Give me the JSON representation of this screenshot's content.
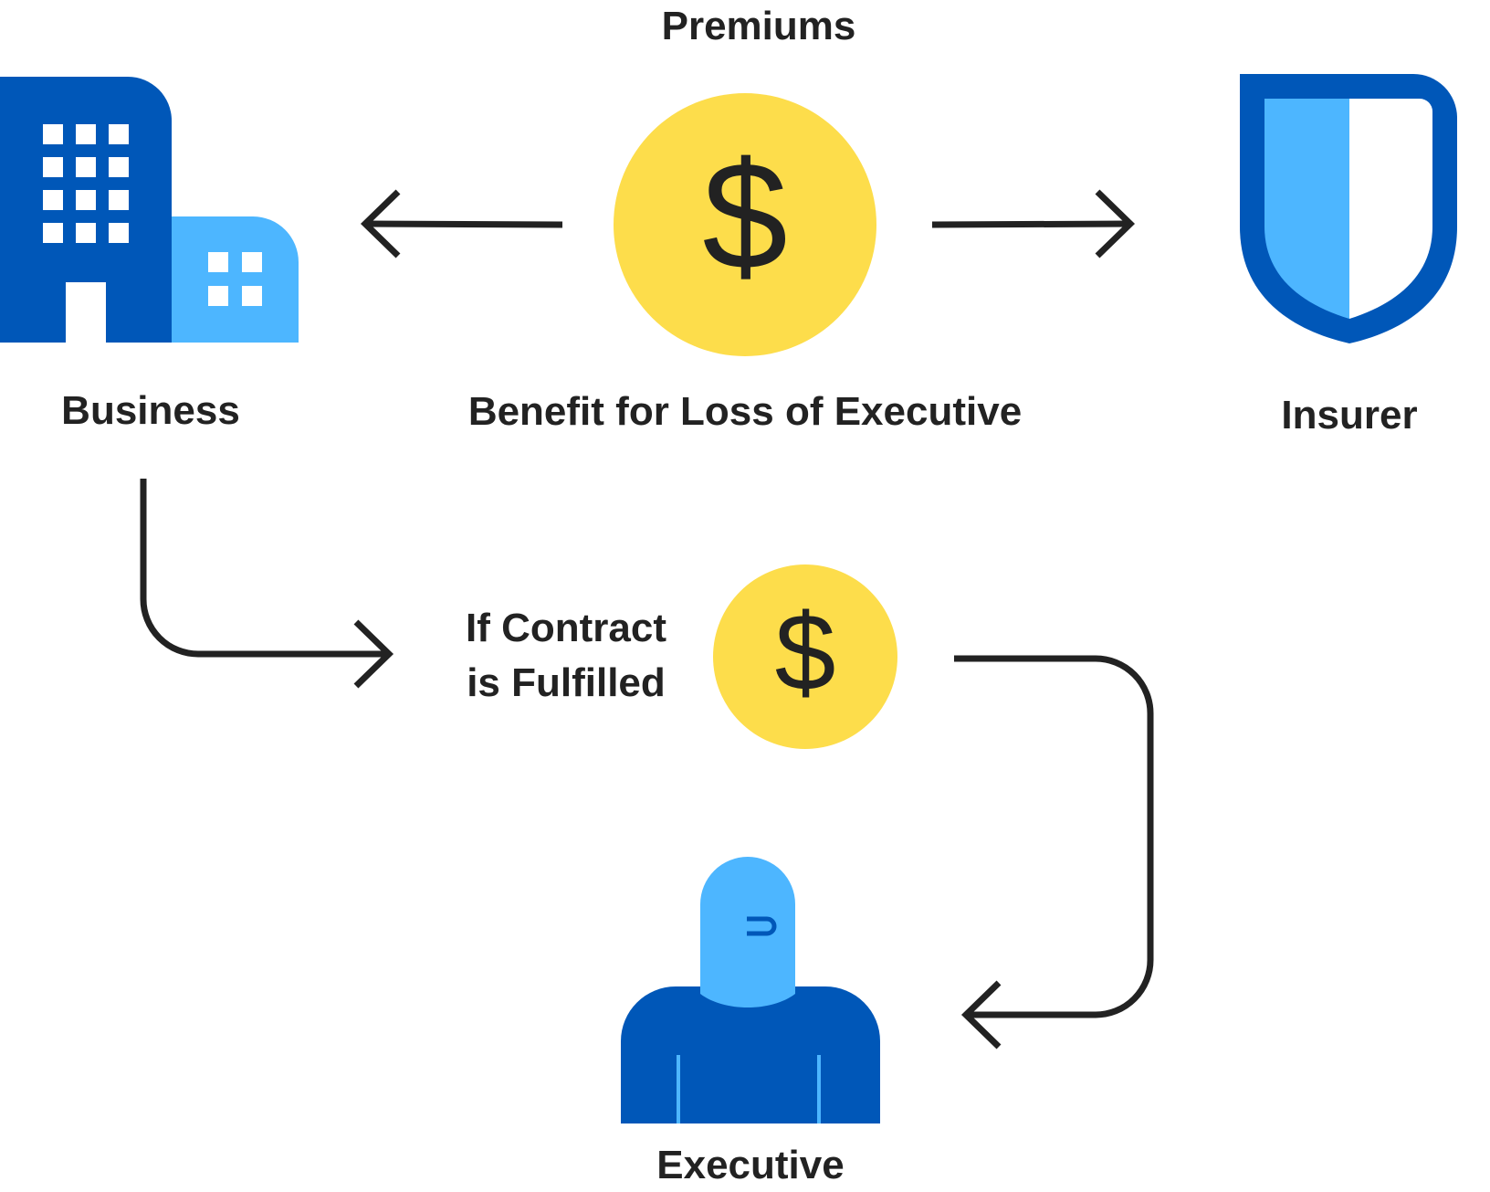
{
  "labels": {
    "premiums": "Premiums",
    "business": "Business",
    "benefit": "Benefit for Loss of Executive",
    "insurer": "Insurer",
    "contract_line1": "If Contract",
    "contract_line2": "is Fulfilled",
    "executive": "Executive"
  },
  "symbols": {
    "currency": "$"
  },
  "icons": {
    "business": "office-buildings-icon",
    "insurer": "shield-icon",
    "executive": "person-icon",
    "coin": "dollar-coin-icon"
  },
  "colors": {
    "dark_blue": "#0057B8",
    "light_blue": "#4DB6FF",
    "yellow": "#FDDD4B",
    "ink": "#222222"
  }
}
